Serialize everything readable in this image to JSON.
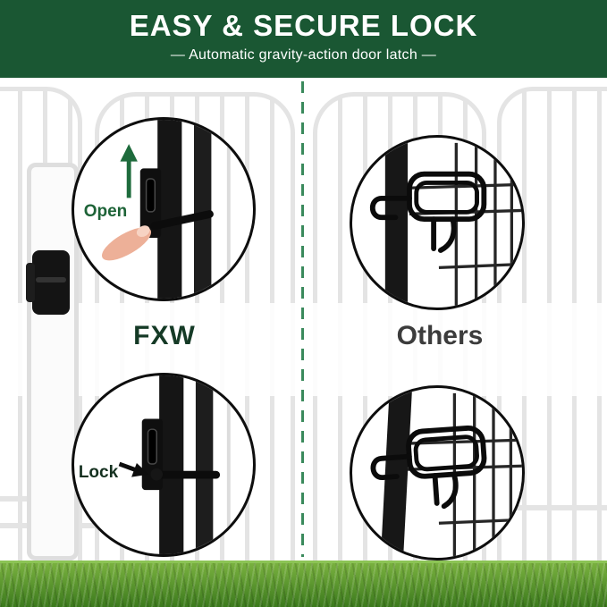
{
  "banner": {
    "title": "EASY & SECURE LOCK",
    "subtitle": "—  Automatic gravity-action door latch  —",
    "bg_color": "#1a5733",
    "text_color": "#ffffff"
  },
  "comparison": {
    "left": {
      "brand": "FXW",
      "open_label": "Open",
      "lock_label": "Lock",
      "brand_color": "#153a26",
      "open_label_color": "#1d6337"
    },
    "right": {
      "brand": "Others",
      "brand_color": "#3c3c3c"
    }
  },
  "icons": {
    "up_arrow": "arrow-up",
    "latch_pointer": "arrow-right",
    "finger": "pointing-finger",
    "hinge": "gate-hinge",
    "gravity_latch": "gravity-action-latch",
    "wire_latch": "spring-wire-latch"
  },
  "colors": {
    "divider_green": "#3a8a5c",
    "arrow_green": "#1e6b3c",
    "grass_green_light": "#79b13f",
    "grass_green_dark": "#3c7a1d",
    "fence_gray": "#e4e4e4"
  }
}
